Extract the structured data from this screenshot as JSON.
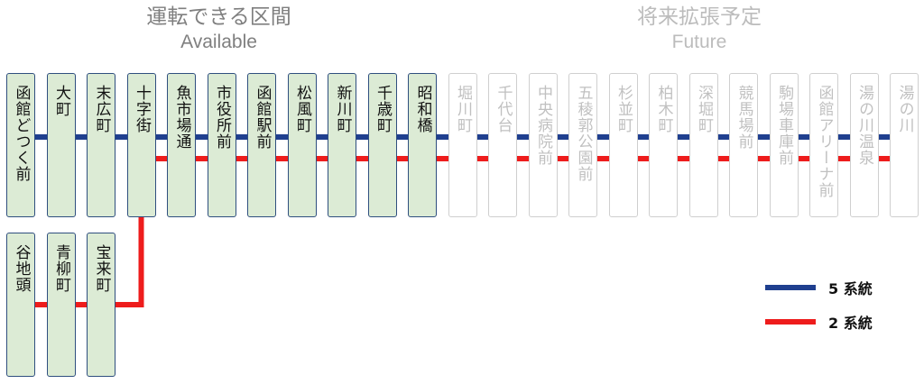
{
  "headers": {
    "available": {
      "jp": "運転できる区間",
      "en": "Available"
    },
    "future": {
      "jp": "将来拡張予定",
      "en": "Future"
    }
  },
  "colors": {
    "line5": "#1f3f8f",
    "line2": "#ee1c1c",
    "available_fill": "#dcebd5",
    "available_border": "#2f4f7f",
    "future_border": "#cfcfcf",
    "future_text": "#c0c0c0"
  },
  "main_stations": [
    {
      "name": "函館どつく前",
      "status": "available"
    },
    {
      "name": "大町",
      "status": "available"
    },
    {
      "name": "末広町",
      "status": "available"
    },
    {
      "name": "十字街",
      "status": "available"
    },
    {
      "name": "魚市場通",
      "status": "available"
    },
    {
      "name": "市役所前",
      "status": "available"
    },
    {
      "name": "函館駅前",
      "status": "available"
    },
    {
      "name": "松風町",
      "status": "available"
    },
    {
      "name": "新川町",
      "status": "available"
    },
    {
      "name": "千歳町",
      "status": "available"
    },
    {
      "name": "昭和橋",
      "status": "available"
    },
    {
      "name": "堀川町",
      "status": "future"
    },
    {
      "name": "千代台",
      "status": "future"
    },
    {
      "name": "中央病院前",
      "status": "future"
    },
    {
      "name": "五稜郭公園前",
      "status": "future"
    },
    {
      "name": "杉並町",
      "status": "future"
    },
    {
      "name": "柏木町",
      "status": "future"
    },
    {
      "name": "深堀町",
      "status": "future"
    },
    {
      "name": "競馬場前",
      "status": "future"
    },
    {
      "name": "駒場車庫前",
      "status": "future"
    },
    {
      "name": "函館アリーナ前",
      "status": "future"
    },
    {
      "name": "湯の川温泉",
      "status": "future"
    },
    {
      "name": "湯の川",
      "status": "future"
    }
  ],
  "branch_stations": [
    {
      "name": "谷地頭",
      "status": "available"
    },
    {
      "name": "青柳町",
      "status": "available"
    },
    {
      "name": "宝来町",
      "status": "available"
    }
  ],
  "legend": [
    {
      "label": "5 系統",
      "color": "#1f3f8f"
    },
    {
      "label": "2 系統",
      "color": "#ee1c1c"
    }
  ]
}
